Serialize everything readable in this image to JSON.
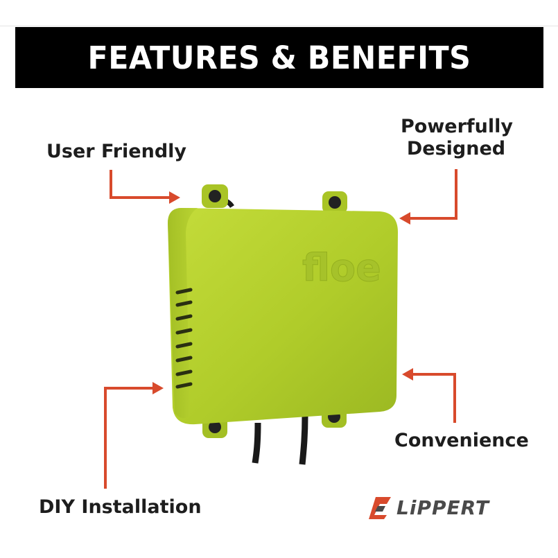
{
  "header": {
    "title": "FEATURES & BENEFITS"
  },
  "features": {
    "user_friendly": "User Friendly",
    "powerfully_line1": "Powerfully",
    "powerfully_line2": "Designed",
    "diy_installation": "DIY Installation",
    "convenience": "Convenience"
  },
  "product": {
    "embossed_brand": "floe"
  },
  "brand": {
    "logo_text": "LiPPERT"
  },
  "colors": {
    "banner_background": "#000000",
    "arrow": "#d84a2c",
    "device_body": "#b6d12e",
    "label_text": "#1d1d1d",
    "logo_text": "#4a4a4a",
    "logo_icon": "#d84a2c"
  }
}
